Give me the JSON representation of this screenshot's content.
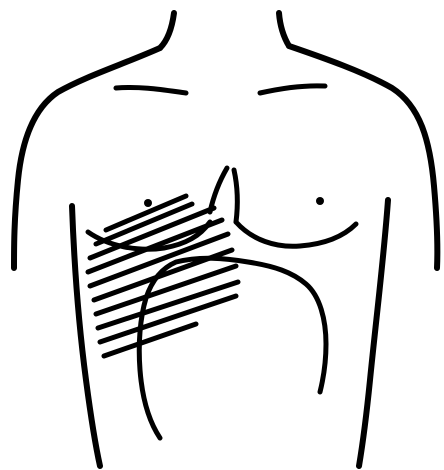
{
  "figure": {
    "background": "#ffffff",
    "line_color": "#000000",
    "subject": "torso-outline",
    "shaded_region": "right-lower-chest-hatching",
    "hatch_line_count": 10
  }
}
